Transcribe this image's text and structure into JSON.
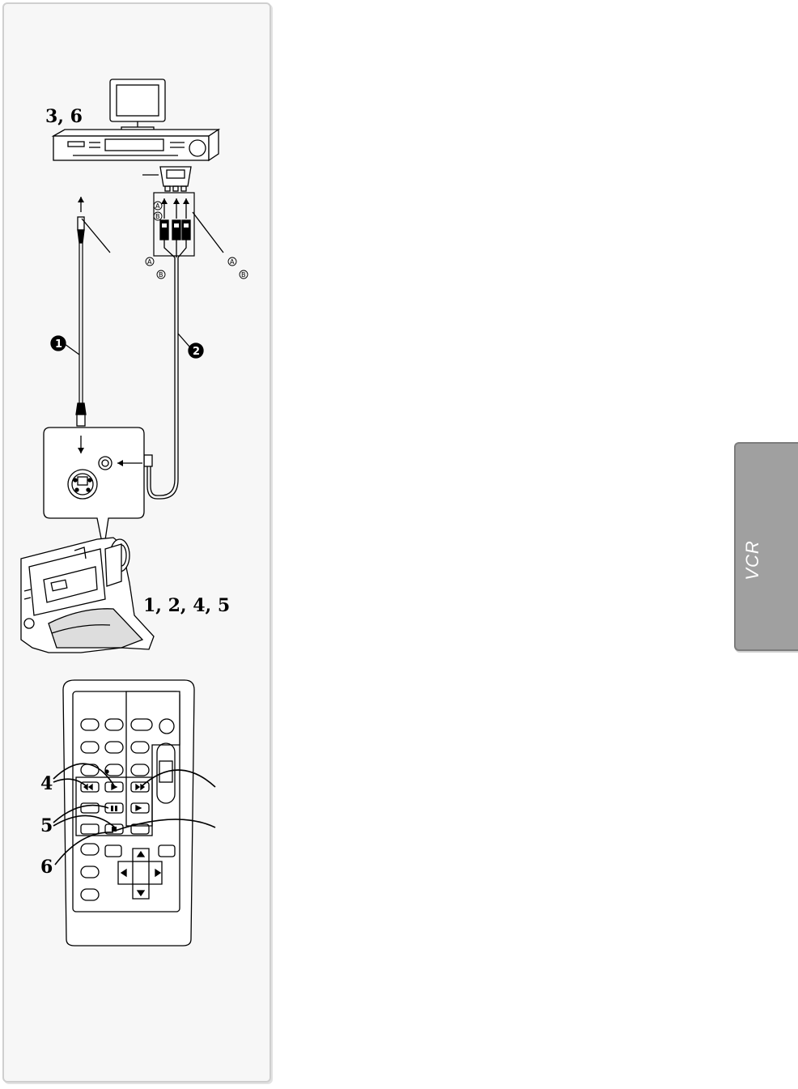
{
  "section_tab": {
    "label": "VCR"
  },
  "step_labels": {
    "vcr_steps": "3, 6",
    "camera_steps": "1, 2, 4, 5",
    "remote_step_4": "4",
    "remote_step_5": "5",
    "remote_step_6": "6"
  },
  "cable_markers": {
    "cable_1": "1",
    "cable_2": "2"
  },
  "plug_markers": {
    "a": "A",
    "b": "B"
  },
  "colors": {
    "panel_background": "#f7f7f7",
    "tab_background": "#a0a0a0",
    "line": "#000000"
  }
}
